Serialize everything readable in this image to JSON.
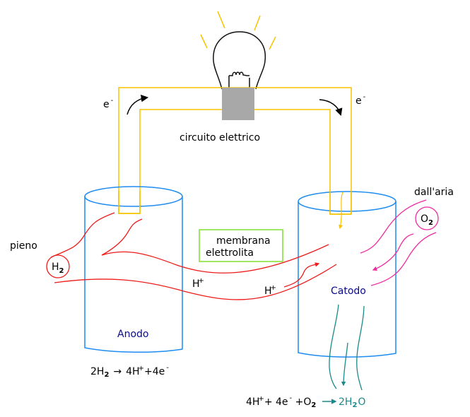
{
  "title": "Cella a combustibile (fuel cell)",
  "colors": {
    "circuit": "#f5c400",
    "cylinder": "#1e8cf0",
    "hydrogen": "#ee1c1c",
    "oxygen": "#ee2aa0",
    "water": "#1a8a8a",
    "electrode_text": "#0a0a8c",
    "membrane_box": "#80e030",
    "socket": "#a8a8a8",
    "bulb": "#111111",
    "rays": "#f5c400"
  },
  "labels": {
    "circuit": "circuito elettrico",
    "electron_left": "e",
    "electron_right": "e",
    "electron_charge": "-",
    "pieno": "pieno",
    "h2_base": "H",
    "h2_sub": "2",
    "dall_aria": "dall'aria",
    "o2_base": "O",
    "o2_sub": "2",
    "membrane_line1": "membrana",
    "membrane_line2": "elettrolita",
    "proton_base": "H",
    "proton_charge": "+",
    "anode": "Anodo",
    "cathode": "Catodo"
  },
  "equations": {
    "anode": {
      "coef_h2": "2H",
      "sub": "2",
      "arrow": "→",
      "products": "4H",
      "charge_plus": "+",
      "rest": "+4e",
      "charge_minus": "-"
    },
    "cathode": {
      "p1": "4H",
      "charge_plus": "+",
      "p2": "+ 4e",
      "charge_minus": "-",
      "p3": " +O",
      "sub_o2": "2",
      "arrow": "→",
      "product_base": "2H",
      "product_sub": "2",
      "product_end": "O"
    }
  }
}
